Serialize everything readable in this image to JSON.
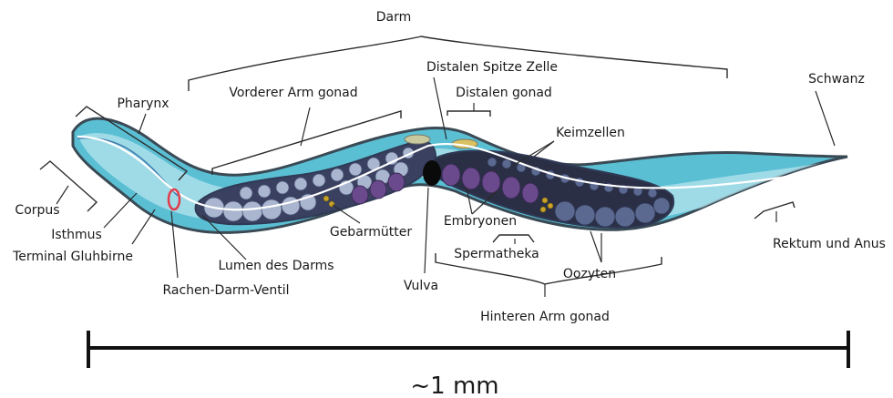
{
  "colors": {
    "body_fill": "#5bbfd4",
    "body_light": "#b6e4ee",
    "outline": "#3a4a55",
    "gut_line": "#ffffff",
    "gonad_dark": "#2a2f45",
    "cell_light": "#aab6cf",
    "cell_dark": "#3a4566",
    "embryo": "#6a4a8c",
    "valve": "#e23b4a",
    "sperm": "#c9a227"
  },
  "labels": {
    "darm": "Darm",
    "distal_tip_cell": "Distalen Spitze Zelle",
    "pharynx": "Pharynx",
    "vorderer_arm": "Vorderer Arm gonad",
    "distalen_gonad": "Distalen gonad",
    "schwanz": "Schwanz",
    "keimzellen": "Keimzellen",
    "corpus": "Corpus",
    "isthmus": "Isthmus",
    "terminal_bulb": "Terminal Gluhbirne",
    "gebarmutter": "Gebarmütter",
    "embryonen": "Embryonen",
    "spermatheka": "Spermatheka",
    "rektum": "Rektum und Anus",
    "lumen": "Lumen des Darms",
    "oozyten": "Oozyten",
    "ventil": "Rachen-Darm-Ventil",
    "vulva": "Vulva",
    "hinterer_arm": "Hinteren Arm gonad"
  },
  "scale_bar": {
    "label": "~1 mm"
  }
}
